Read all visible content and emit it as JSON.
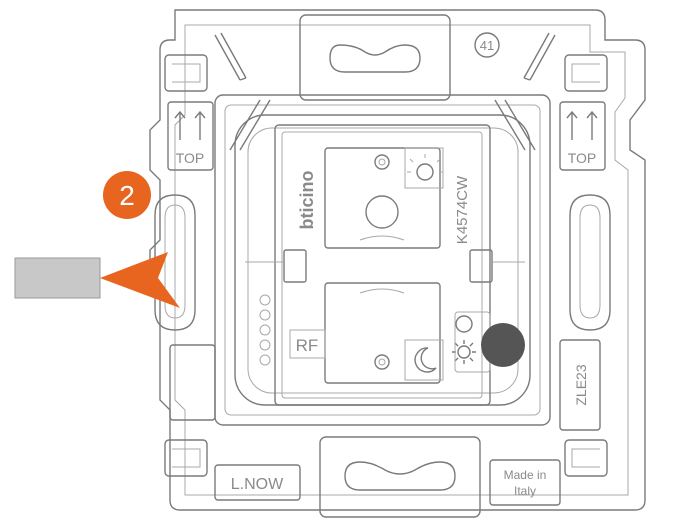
{
  "step": {
    "number": "2",
    "badge_color": "#e8651f"
  },
  "arrow_color": "#e8651f",
  "label_box_color": "#c8c8c8",
  "knob_color": "#555555",
  "labels": {
    "circle_number": "41",
    "top_left": "TOP",
    "top_right": "TOP",
    "brand": "bticino",
    "model": "K4574CW",
    "rf": "RF",
    "side_code": "ZLE23",
    "bottom_left": "L.NOW",
    "made_in_line1": "Made in",
    "made_in_line2": "Italy"
  }
}
